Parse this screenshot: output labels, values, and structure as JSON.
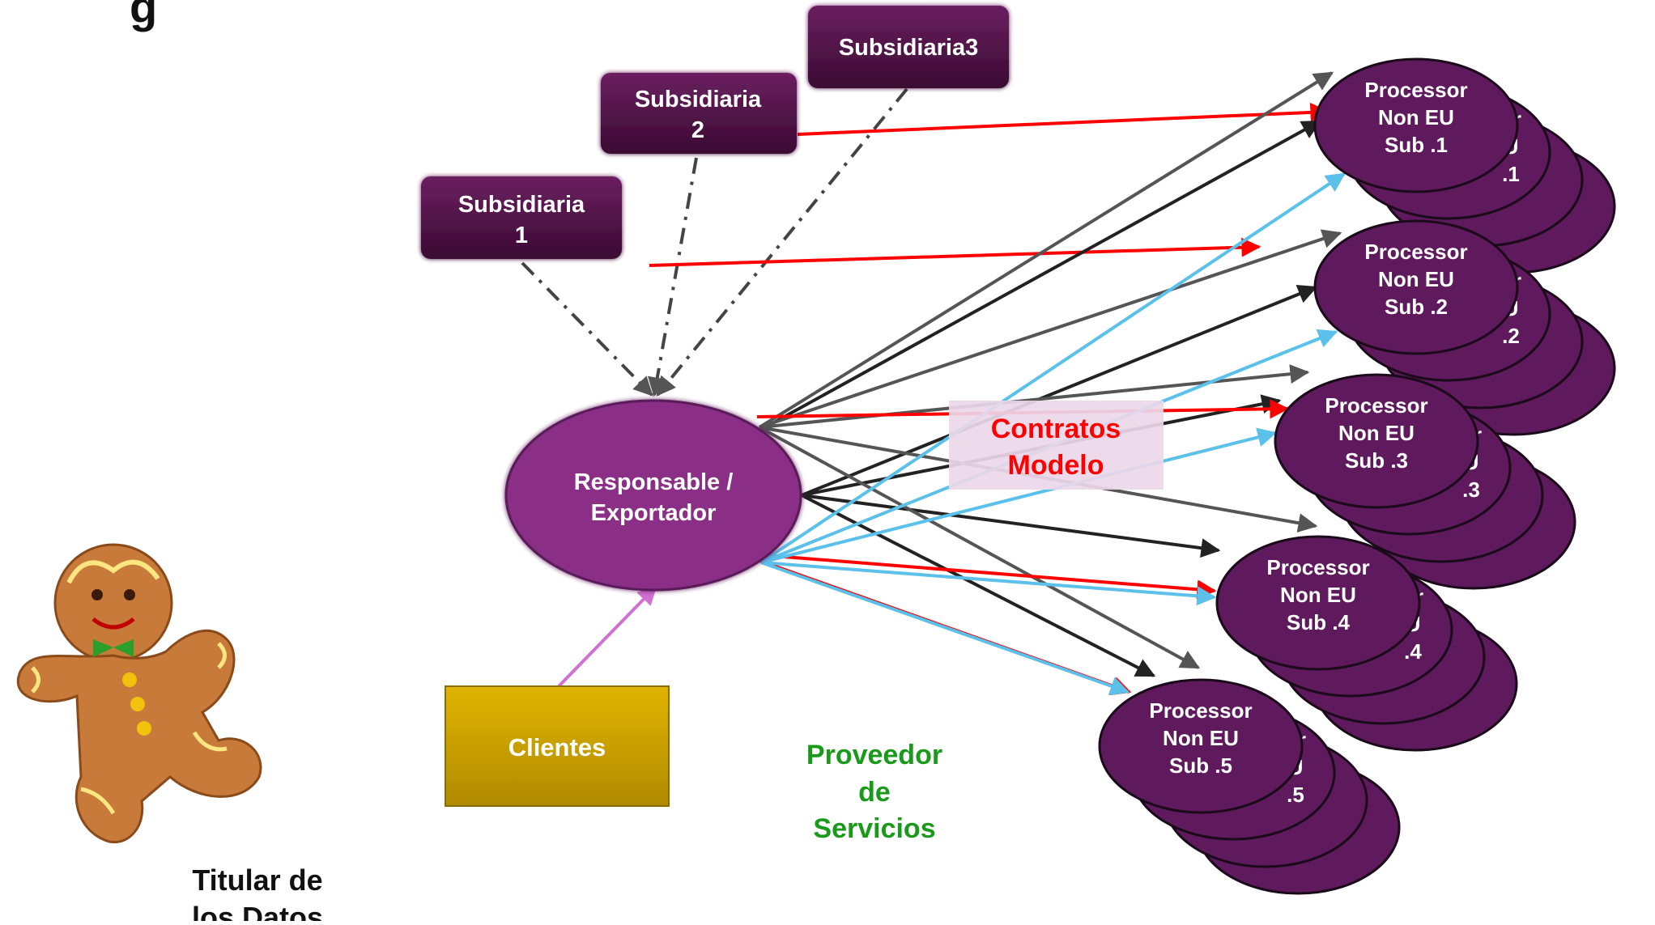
{
  "header_fragment": "g",
  "subsidiaries": [
    {
      "id": "s1",
      "lines": [
        "Subsidiaria",
        "1"
      ]
    },
    {
      "id": "s2",
      "lines": [
        "Subsidiaria",
        "2"
      ]
    },
    {
      "id": "s3",
      "lines": [
        "Subsidiaria3"
      ]
    }
  ],
  "controller": {
    "lines": [
      "Responsable /",
      "Exportador"
    ]
  },
  "clients": {
    "label": "Clientes"
  },
  "contracts": {
    "lines": [
      "Contratos",
      "Modelo"
    ]
  },
  "service_provider": {
    "lines": [
      "Proveedor",
      "de",
      "Servicios"
    ]
  },
  "data_subject": {
    "lines": [
      "Titular de",
      "los Datos"
    ]
  },
  "processors": [
    {
      "id": "p1",
      "lines": [
        "Processor",
        "Non EU",
        "Sub .1"
      ],
      "back_fragments": [
        "or",
        "U",
        ".1"
      ]
    },
    {
      "id": "p2",
      "lines": [
        "Processor",
        "Non EU",
        "Sub .2"
      ],
      "back_fragments": [
        "or",
        "U",
        ".2"
      ]
    },
    {
      "id": "p3",
      "lines": [
        "Processor",
        "Non EU",
        "Sub .3"
      ],
      "back_fragments": [
        "or",
        "U",
        ".3"
      ]
    },
    {
      "id": "p4",
      "lines": [
        "Processor",
        "Non EU",
        "Sub .4"
      ],
      "back_fragments": [
        "or",
        "U",
        ".4"
      ]
    },
    {
      "id": "p5",
      "lines": [
        "Processor",
        "Non EU",
        "Sub .5"
      ],
      "back_fragments": [
        "or",
        "U",
        ".5"
      ]
    }
  ],
  "colors": {
    "subsidiary_box": "#4a1040",
    "ellipse_fill": "#5e1a5c",
    "controller_fill": "#8a2d86",
    "clients_fill": "#c9a000",
    "contract_text": "#ff0000",
    "provider_text": "#1a9a1a",
    "arrow_red": "#ff0000",
    "arrow_blue": "#5bc0ea",
    "arrow_black": "#222222",
    "arrow_gray": "#555555",
    "arrow_pink": "#d070d0"
  }
}
